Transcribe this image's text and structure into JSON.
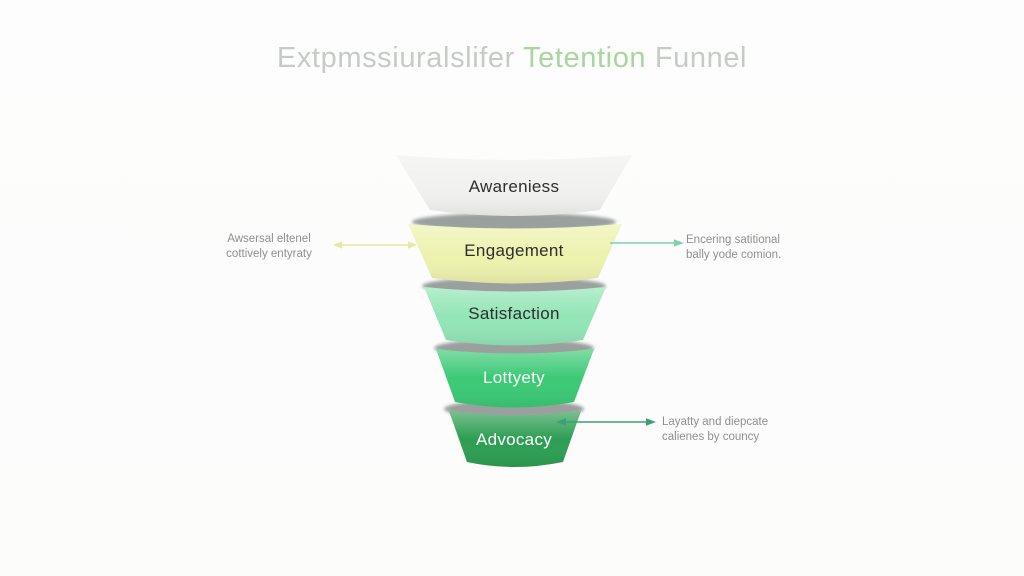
{
  "title": {
    "part1": "Extpmssiuralslifer",
    "part2": "Tetention",
    "part3": "Funnel",
    "muted_color": "#c7cbc7",
    "accent_color": "#a9d59f"
  },
  "funnel": {
    "shadow_color": "#9aa09e",
    "stages": [
      {
        "label": "Awareniess",
        "color": "#f1f1f0",
        "text_color": "#2e2e2e"
      },
      {
        "label": "Engagement",
        "color": "#edf2ae",
        "text_color": "#2e2e2e"
      },
      {
        "label": "Satisfaction",
        "color": "#92e5b6",
        "text_color": "#2e2e2e"
      },
      {
        "label": "Lottyety",
        "color": "#3cc976",
        "text_color": "#ffffff"
      },
      {
        "label": "Advocacy",
        "color": "#2e9e53",
        "text_color": "#ffffff"
      }
    ]
  },
  "annotations": {
    "left": {
      "line1": "Awsersal eltenel",
      "line2": "cottively entyraty",
      "arrow_color": "#e6e9a0",
      "text_color": "#8f8f8f"
    },
    "right_top": {
      "line1": "Encering satitional",
      "line2": "bally yode comion.",
      "arrow_color": "#7fd2ac",
      "text_color": "#8f8f8f"
    },
    "right_bottom": {
      "line1": "Layatty and diepcate",
      "line2": "calienes by councy",
      "arrow_color": "#3aa273",
      "text_color": "#8f8f8f"
    }
  }
}
